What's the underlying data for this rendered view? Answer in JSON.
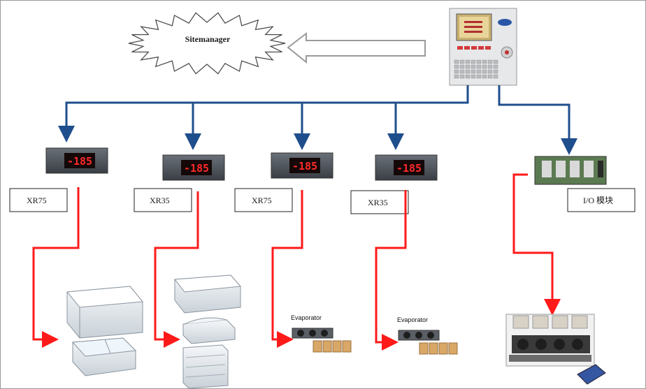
{
  "cloud": {
    "label": "Sitemanager"
  },
  "controllers": [
    {
      "label": "XR75",
      "display": "-185"
    },
    {
      "label": "XR35",
      "display": "-185"
    },
    {
      "label": "XR75",
      "display": "-185"
    },
    {
      "label": "XR35",
      "display": "-185"
    }
  ],
  "io_module": {
    "label": "I/O 模块"
  },
  "evaporators": [
    {
      "label": "Evaporator"
    },
    {
      "label": "Evaporator"
    }
  ],
  "colors": {
    "bus_line": "#1f4e8c",
    "output_line": "#ff1a1a",
    "arrow_outline": "#9a9a9a"
  }
}
